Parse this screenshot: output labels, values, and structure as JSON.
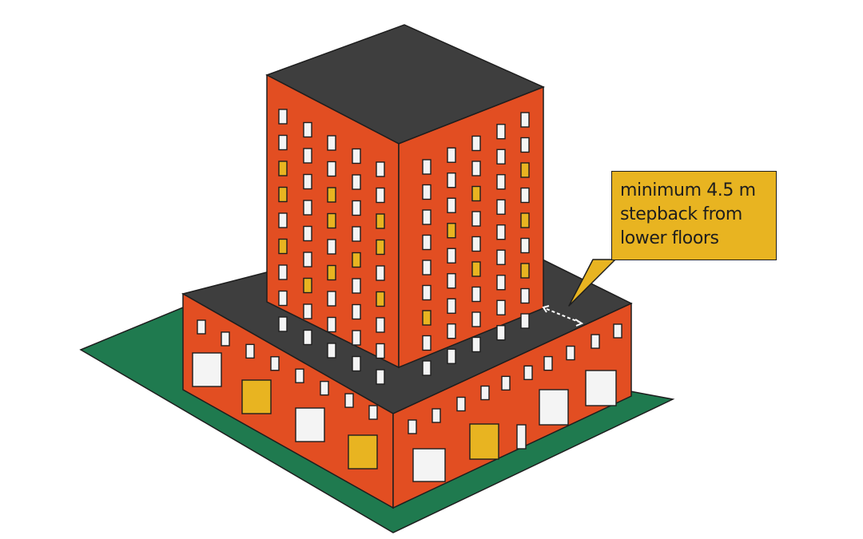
{
  "callout": {
    "lines": [
      "minimum 4.5 m",
      "stepback from",
      "lower floors"
    ]
  },
  "colors": {
    "ground": "#1f7a4f",
    "facade": "#e24e22",
    "roof": "#3e3e3e",
    "window_white": "#f4f4f4",
    "window_yellow": "#e8b421",
    "callout_fill": "#e8b421",
    "outline": "#1e1e1e"
  }
}
